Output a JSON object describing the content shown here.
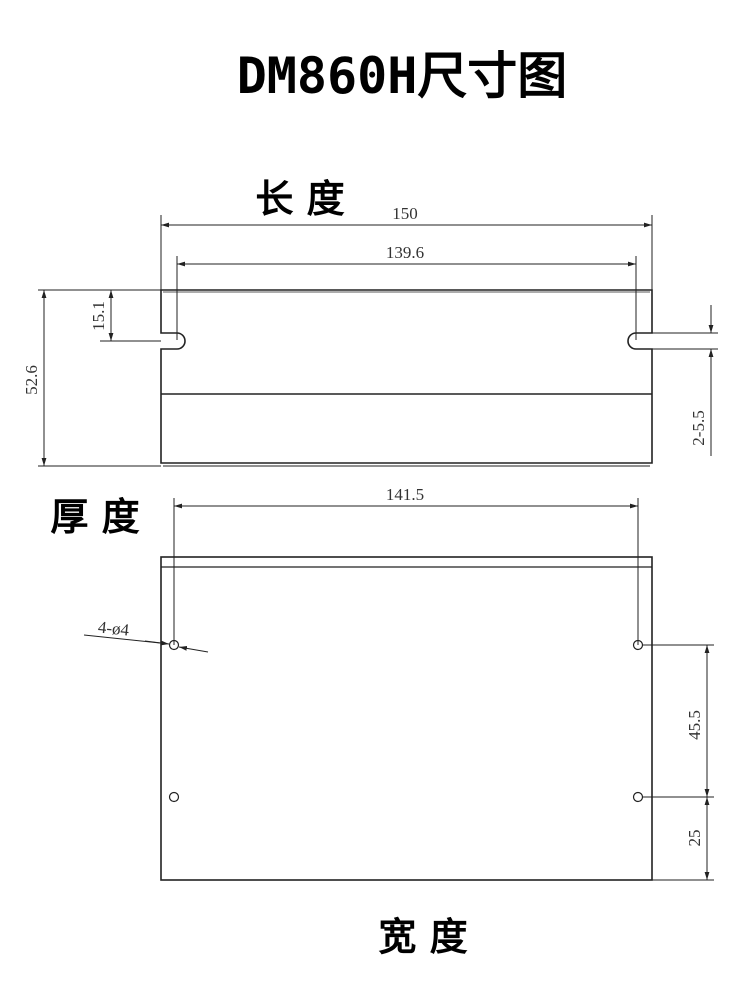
{
  "title": "DM860H尺寸图",
  "headings": {
    "length": "长 度",
    "thickness": "厚 度",
    "width": "宽 度"
  },
  "dimensions": {
    "overall_length": "150",
    "slot_spacing": "139.6",
    "slot_depth": "15.1",
    "height": "52.6",
    "slot_width": "2-5.5",
    "hole_spacing": "141.5",
    "hole_diameter": "4-ø4",
    "hole_vertical_spacing": "45.5",
    "hole_edge_offset": "25"
  }
}
